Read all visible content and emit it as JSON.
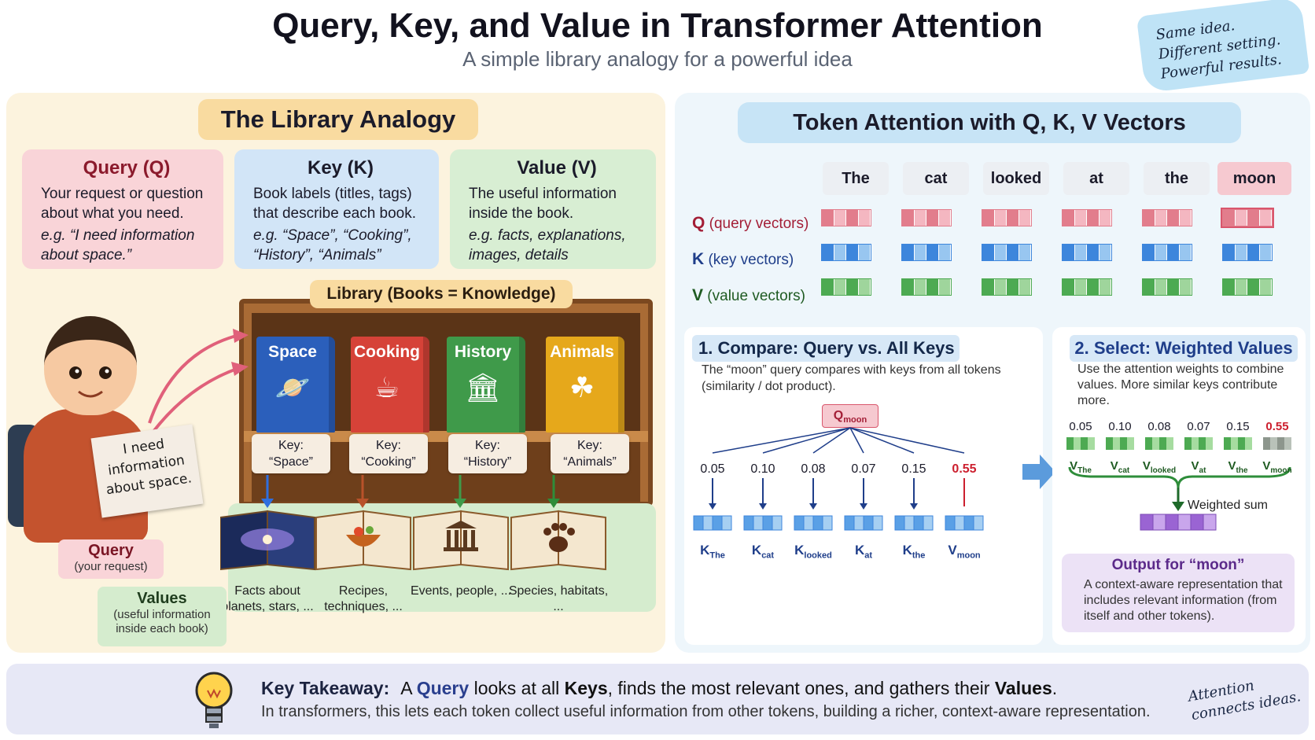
{
  "header": {
    "title": "Query, Key, and Value in Transformer Attention",
    "subtitle": "A simple library analogy for a powerful idea",
    "note": [
      "Same idea.",
      "Different setting.",
      "Powerful results."
    ]
  },
  "library": {
    "title": "The Library Analogy",
    "query": {
      "heading": "Query (Q)",
      "desc": "Your request or question about what you need.",
      "example": "e.g. “I need information about space.”"
    },
    "key": {
      "heading": "Key (K)",
      "desc": "Book labels (titles, tags) that describe each book.",
      "example": "e.g. “Space”, “Cooking”, “History”, “Animals”"
    },
    "value": {
      "heading": "Value (V)",
      "desc": "The useful information inside the book.",
      "example": "e.g. facts, explanations, images, details"
    },
    "shelf_label": "Library (Books = Knowledge)",
    "books": [
      {
        "title": "Space",
        "key_label": "Key:",
        "key": "“Space”",
        "fact": "Facts about planets, stars, ...",
        "icon": "planet-icon",
        "color": "#2b5fbb",
        "arrow_color": "#2f6fe0"
      },
      {
        "title": "Cooking",
        "key_label": "Key:",
        "key": "“Cooking”",
        "fact": "Recipes, techniques, ...",
        "icon": "chef-hat-icon",
        "color": "#d64238",
        "arrow_color": "#b8522a"
      },
      {
        "title": "History",
        "key_label": "Key:",
        "key": "“History”",
        "fact": "Events, people, ...",
        "icon": "colosseum-icon",
        "color": "#3f9a4a",
        "arrow_color": "#3f9a4a"
      },
      {
        "title": "Animals",
        "key_label": "Key:",
        "key": "“Animals”",
        "fact": "Species, habitats, ...",
        "icon": "paw-icon",
        "color": "#e6a81b",
        "arrow_color": "#2e8d3a"
      }
    ],
    "sign_text": "I need information about space.",
    "query_label": {
      "title": "Query",
      "sub": "(your request)"
    },
    "values_label": {
      "title": "Values",
      "sub": "(useful information inside each book)"
    }
  },
  "tokens": {
    "title": "Token Attention with Q, K, V Vectors",
    "words": [
      "The",
      "cat",
      "looked",
      "at",
      "the",
      "moon"
    ],
    "highlight": "moon",
    "rows": [
      {
        "letter": "Q",
        "label": "(query vectors)",
        "color": "#e27d8c",
        "light": "#f4b7c1"
      },
      {
        "letter": "K",
        "label": "(key vectors)",
        "color": "#3d86dc",
        "light": "#98c6f0"
      },
      {
        "letter": "V",
        "label": "(value vectors)",
        "color": "#4daa52",
        "light": "#9fd59c"
      }
    ]
  },
  "compare": {
    "title": "1. Compare: Query vs. All Keys",
    "desc": "The “moon” query compares with keys from all tokens (similarity / dot product).",
    "query_symbol": "Q",
    "query_sub": "moon",
    "weights": [
      "0.05",
      "0.10",
      "0.08",
      "0.07",
      "0.15",
      "0.55"
    ],
    "targets": [
      {
        "sym": "K",
        "sub": "The"
      },
      {
        "sym": "K",
        "sub": "cat"
      },
      {
        "sym": "K",
        "sub": "looked"
      },
      {
        "sym": "K",
        "sub": "at"
      },
      {
        "sym": "K",
        "sub": "the"
      },
      {
        "sym": "V",
        "sub": "moon"
      }
    ]
  },
  "select": {
    "title": "2. Select: Weighted Values",
    "desc": "Use the attention weights to combine values. More similar keys contribute more.",
    "weights": [
      "0.05",
      "0.10",
      "0.08",
      "0.07",
      "0.15",
      "0.55"
    ],
    "values": [
      {
        "sym": "V",
        "sub": "The"
      },
      {
        "sym": "V",
        "sub": "cat"
      },
      {
        "sym": "V",
        "sub": "looked"
      },
      {
        "sym": "V",
        "sub": "at"
      },
      {
        "sym": "V",
        "sub": "the"
      },
      {
        "sym": "V",
        "sub": "moon"
      }
    ],
    "sum_label": "Weighted sum",
    "output_title": "Output for “moon”",
    "output_desc": "A context-aware representation that includes relevant information (from itself and other tokens)."
  },
  "takeaway": {
    "label": "Key Takeaway:",
    "line1": {
      "a": "A ",
      "query": "Query",
      "b": " looks at all ",
      "keys": "Keys",
      "c": ", finds the most relevant ones, and gathers their ",
      "values": "Values",
      "d": "."
    },
    "line2": "In transformers, this lets each token collect useful information from other tokens, building a richer, context-aware representation.",
    "sign_off": [
      "Attention",
      "connects ideas."
    ]
  },
  "colors": {
    "query": "#a31e36",
    "key": "#1f3e8a",
    "value": "#1f5b22",
    "highlight": "#cc1f2e",
    "output": "#9a64d3"
  }
}
